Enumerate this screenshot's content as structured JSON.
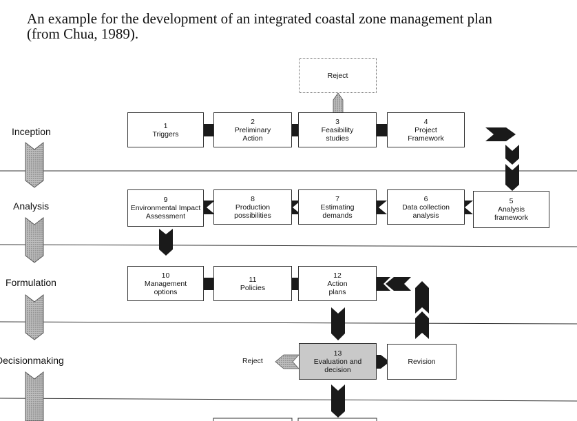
{
  "caption": {
    "line1": "An example for the development of an integrated coastal zone management plan",
    "line2": "(from Chua, 1989)."
  },
  "stages": [
    "Inception",
    "Analysis",
    "Formulation",
    "Decisionmaking"
  ],
  "reject_top": "Reject",
  "reject_left": "Reject",
  "boxes": {
    "b1": {
      "num": "1",
      "label": "Triggers"
    },
    "b2": {
      "num": "2",
      "label": "Preliminary Action"
    },
    "b3": {
      "num": "3",
      "label": "Feasibility studies"
    },
    "b4": {
      "num": "4",
      "label": "Project Framework"
    },
    "b5": {
      "num": "5",
      "label": "Analysis framework"
    },
    "b6": {
      "num": "6",
      "label": "Data collection analysis"
    },
    "b7": {
      "num": "7",
      "label": "Estimating demands"
    },
    "b8": {
      "num": "8",
      "label": "Production possibilities"
    },
    "b9": {
      "num": "9",
      "label": "Environmental Impact Assessment"
    },
    "b10": {
      "num": "10",
      "label": "Management options"
    },
    "b11": {
      "num": "11",
      "label": "Policies"
    },
    "b12": {
      "num": "12",
      "label": "Action plans"
    },
    "b13": {
      "num": "13",
      "label": "Evaluation and decision"
    },
    "revision": {
      "label": "Revision"
    }
  },
  "colors": {
    "arrow_dark": "#1a1a1a",
    "arrow_gray": "#a0a0a0",
    "shaded_box": "#c9c9c9"
  }
}
